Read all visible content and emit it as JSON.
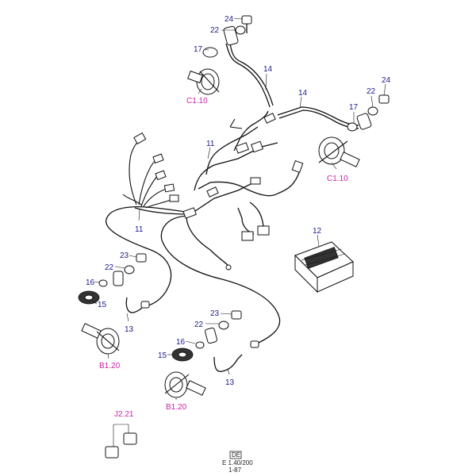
{
  "labels": {
    "n24_top": "24",
    "n22_top": "22",
    "n17_top": "17",
    "n14_top": "14",
    "c110_top": "C1.10",
    "n14_mid": "14",
    "n24_right": "24",
    "n22_right": "22",
    "n17_right": "17",
    "c110_right": "C1.10",
    "n11_mid": "11",
    "n11_left": "11",
    "n12": "12",
    "n23_left": "23",
    "n22_left": "22",
    "n16_left": "16",
    "n15_left": "15",
    "n13_left": "13",
    "b120_left": "B1.20",
    "n23_low": "23",
    "n22_low": "22",
    "n16_low": "16",
    "n15_low": "15",
    "n13_low": "13",
    "b120_low": "B1.20",
    "j221": "J2.21"
  },
  "footer": {
    "badge": "DE",
    "line1": "E 1.40/200",
    "line2": "1-87"
  },
  "colors": {
    "part_number": "#1a1a8c",
    "cross_reference": "#cc1fa8"
  }
}
